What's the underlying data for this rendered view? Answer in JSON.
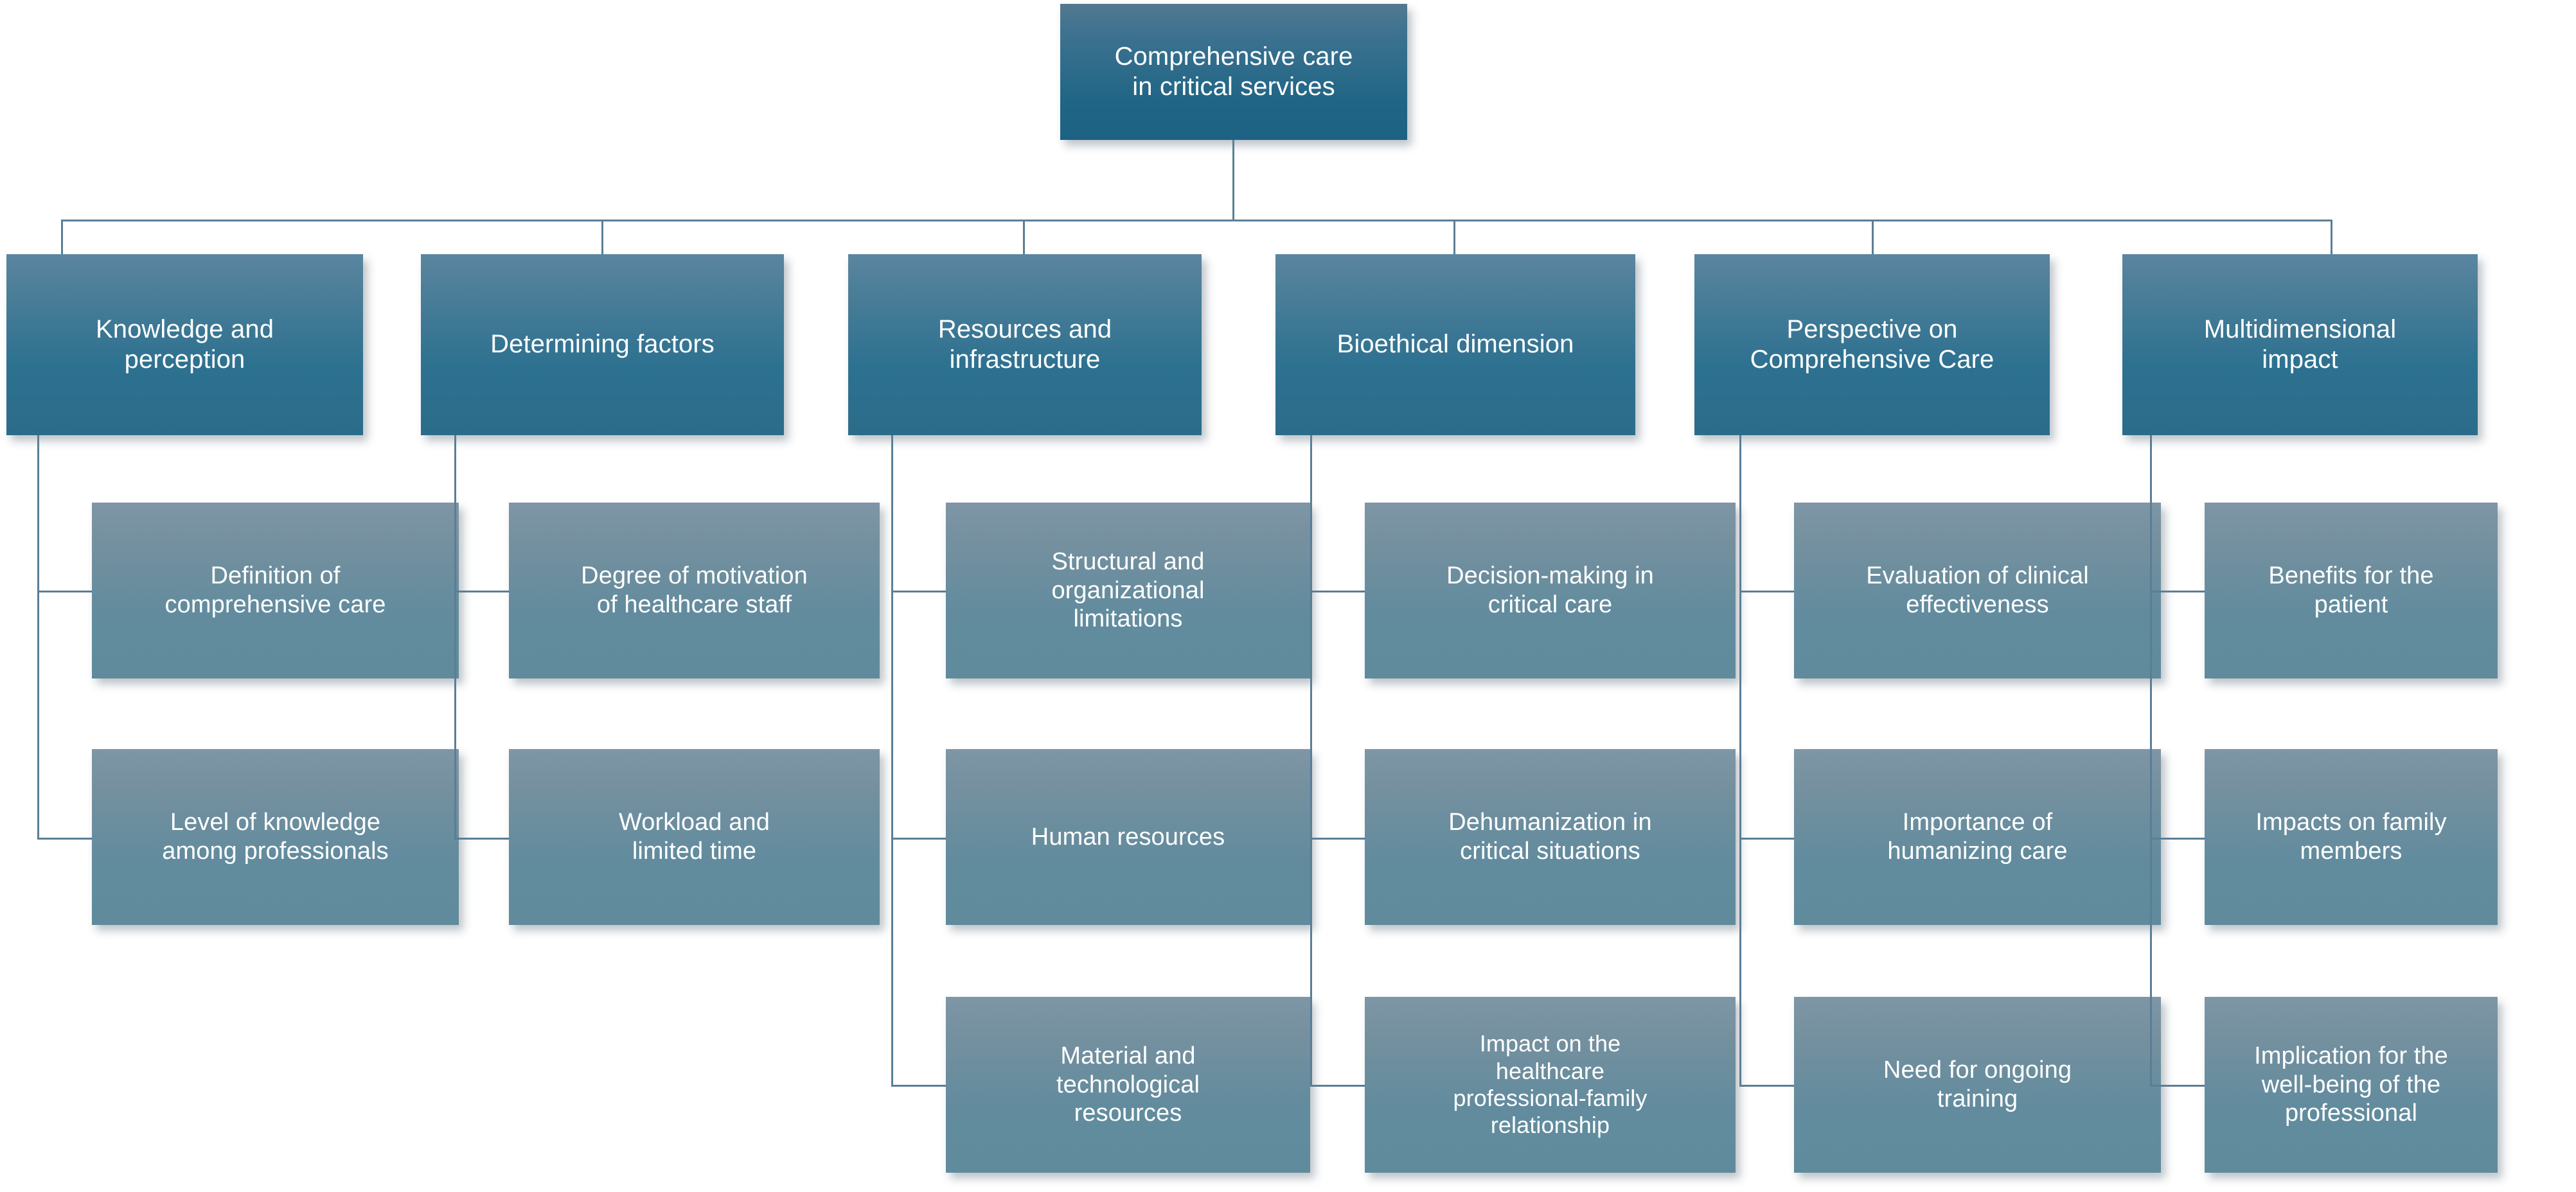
{
  "diagram": {
    "title": "Comprehensive care in critical services",
    "type": "hierarchical-tree",
    "levels": 3,
    "colors": {
      "root_fill_top": "#52798f",
      "root_fill_bottom": "#1d6284",
      "level2_fill_top": "#5b85a0",
      "level2_fill_bottom": "#2b6c8a",
      "level3_fill_top": "#7e96a6",
      "level3_fill_bottom": "#5f8b9c",
      "connector": "#5b7e96",
      "text": "#ffffff",
      "background": "#ffffff"
    }
  },
  "root": {
    "label": "Comprehensive care\nin critical services"
  },
  "branches": [
    {
      "label": "Knowledge and\nperception",
      "children": [
        {
          "label": "Definition of\ncomprehensive care"
        },
        {
          "label": "Level of knowledge\namong professionals"
        }
      ]
    },
    {
      "label": "Determining factors",
      "children": [
        {
          "label": "Degree of motivation\nof healthcare staff"
        },
        {
          "label": "Workload and\nlimited time"
        }
      ]
    },
    {
      "label": "Resources and\ninfrastructure",
      "children": [
        {
          "label": "Structural and\norganizational\nlimitations"
        },
        {
          "label": "Human resources"
        },
        {
          "label": "Material and\ntechnological\nresources"
        }
      ]
    },
    {
      "label": "Bioethical dimension",
      "children": [
        {
          "label": "Decision-making in\ncritical care"
        },
        {
          "label": "Dehumanization in\ncritical situations"
        },
        {
          "label": "Impact on the\nhealthcare\nprofessional-family\nrelationship"
        }
      ]
    },
    {
      "label": "Perspective on\nComprehensive Care",
      "children": [
        {
          "label": "Evaluation of clinical\neffectiveness"
        },
        {
          "label": "Importance of\nhumanizing care"
        },
        {
          "label": "Need for ongoing\ntraining"
        }
      ]
    },
    {
      "label": "Multidimensional\nimpact",
      "children": [
        {
          "label": "Benefits for the\npatient"
        },
        {
          "label": "Impacts on family\nmembers"
        },
        {
          "label": "Implication for the\nwell-being of the\nprofessional"
        }
      ]
    }
  ]
}
